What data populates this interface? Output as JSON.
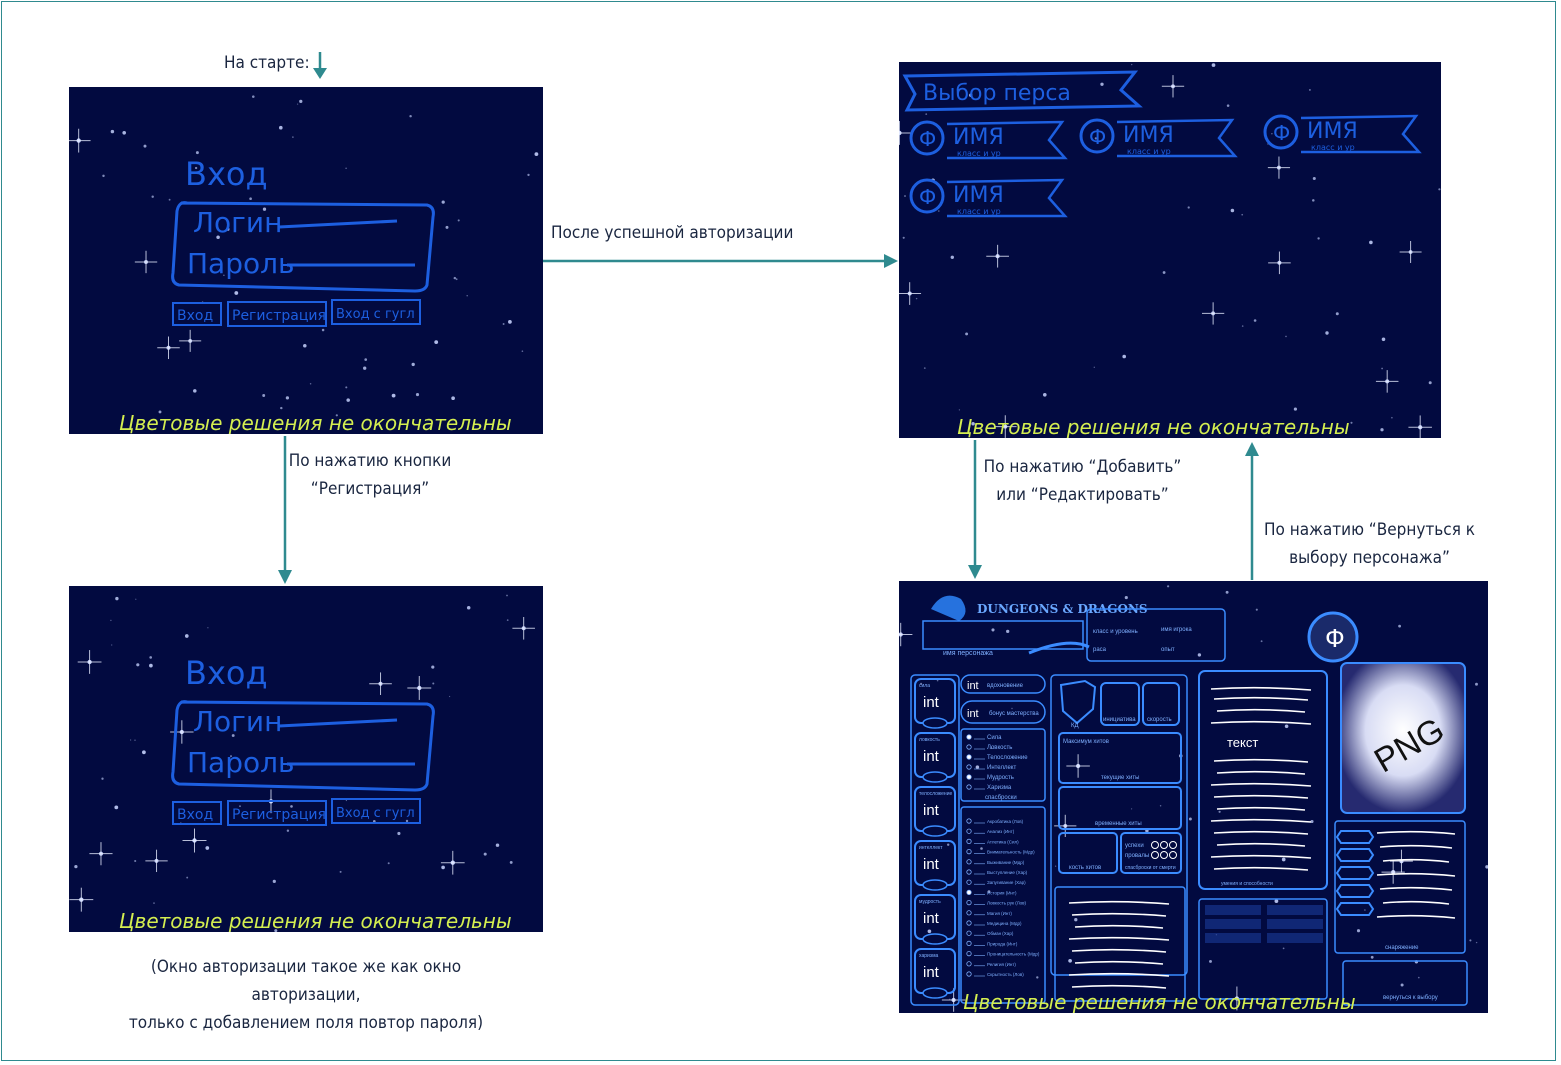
{
  "colors": {
    "frame": "#2f8a8f",
    "arrow": "#2f8a8f",
    "screen_bg": "#020a40",
    "sketch": "#1d5fe0",
    "note": "#d4ee50"
  },
  "labels": {
    "on_start": "На старте:",
    "after_auth": "После успешной авторизации",
    "on_register": [
      "По нажатию кнопки",
      "“Регистрация”"
    ],
    "on_add_edit": [
      "По нажатию “Добавить”",
      "или “Редактировать”"
    ],
    "on_return": [
      "По нажатию “Вернуться к",
      "выбору персонажа”"
    ],
    "reg_note": [
      "(Окно авторизации такое же как окно авторизации,",
      "только с добавлением поля повтор пароля)"
    ]
  },
  "login_screen": {
    "title": "Вход",
    "login": "Логин",
    "password": "Пароль",
    "buttons": [
      "Вход",
      "Регистрация",
      "Вход с гугл"
    ],
    "note": "Цветовые решения не окончательны"
  },
  "register_screen": {
    "title": "Вход",
    "login": "Логин",
    "password": "Пароль",
    "buttons": [
      "Вход",
      "Регистрация",
      "Вход с гугл"
    ],
    "note": "Цветовые решения не окончательны"
  },
  "select_screen": {
    "title": "Выбор перса",
    "avatar_letter": "Ф",
    "cards": [
      {
        "name": "ИМЯ",
        "sub": "класс и ур"
      },
      {
        "name": "ИМЯ",
        "sub": "класс и ур"
      },
      {
        "name": "ИМЯ",
        "sub": "класс и ур"
      },
      {
        "name": "ИМЯ",
        "sub": "класс и ур"
      }
    ],
    "note": "Цветовые решения не окончательны"
  },
  "sheet_screen": {
    "logo": "DUNGEONS & DRAGONS",
    "char_name": "имя персонажа",
    "class_level": "класс и уровень",
    "player_name": "имя игрока",
    "race": "раса",
    "exp": "опыт",
    "avatar_letter": "Ф",
    "png": "PNG",
    "text": "текст",
    "stats": [
      "сила",
      "ловкость",
      "телосложение",
      "интеллект",
      "мудрость",
      "харизма"
    ],
    "stat_value": "int",
    "inspiration": "вдохновение",
    "proficiency": "бонус мастерства",
    "ac": "КД",
    "initiative": "инициатива",
    "speed": "скорость",
    "max_hp": "Максимум хитов",
    "cur_hp": "текущие хиты",
    "temp_hp": "временные хиты",
    "hit_dice": "кость хитов",
    "death_saves": "спасброски от смерти",
    "successes": "успехи",
    "failures": "провалы",
    "saving_throws": [
      "Сила",
      "Ловкость",
      "Телосложение",
      "Интеллект",
      "Мудрость",
      "Харизма"
    ],
    "saving_label": "спасброски",
    "skills": [
      "Акробатика (Лов)",
      "Анализ (Инт)",
      "Атлетика (Сил)",
      "Внимательность (Мдр)",
      "Выживание (Мдр)",
      "Выступление (Хар)",
      "Запугивание (Хар)",
      "История (Инт)",
      "Ловкость рук (Лов)",
      "Магия (Инт)",
      "Медицина (Мдр)",
      "Обман (Хар)",
      "Природа (Инт)",
      "Проницательность (Мдр)",
      "Религия (Инт)",
      "Скрытность (Лов)"
    ],
    "features": "умения и способности",
    "equipment": "снаряжение",
    "footer_btn": "вернуться к выбору",
    "note": "Цветовые решения не окончательны"
  }
}
